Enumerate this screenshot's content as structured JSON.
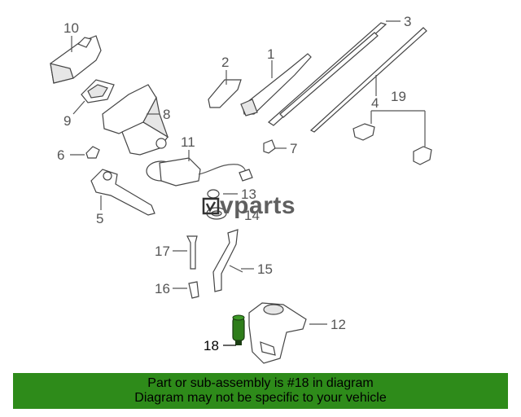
{
  "diagram": {
    "callouts": [
      "1",
      "2",
      "3",
      "4",
      "5",
      "6",
      "7",
      "8",
      "9",
      "10",
      "11",
      "12",
      "13",
      "14",
      "15",
      "16",
      "17",
      "18",
      "19"
    ],
    "highlight_color": "#2e7d1a"
  },
  "watermark": {
    "text": "vparts"
  },
  "banner": {
    "line1": "Part or sub-assembly is #18 in diagram",
    "line2": "Diagram may not be specific to your vehicle",
    "color": "#2e8b1a"
  }
}
